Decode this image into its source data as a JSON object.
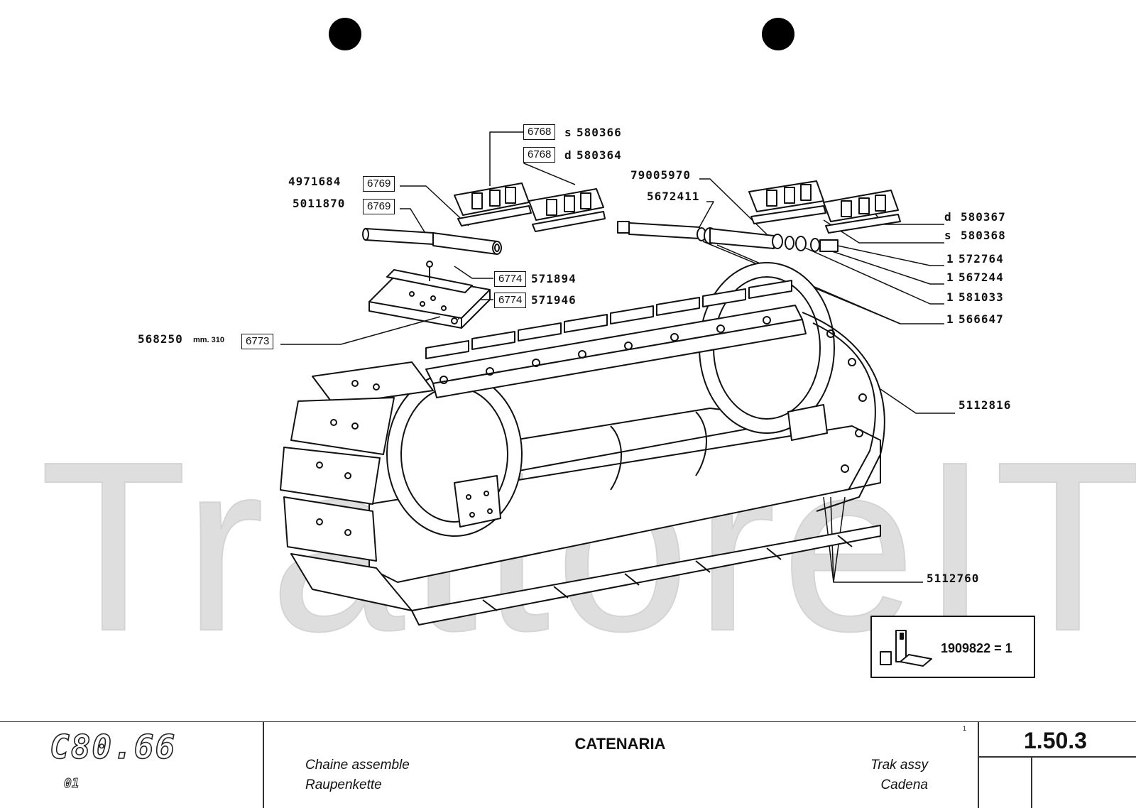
{
  "watermark": "TrattoreIT",
  "labels": {
    "l580366": {
      "box": "6768",
      "side": "s",
      "code": "580366"
    },
    "l580364": {
      "box": "6768",
      "side": "d",
      "code": "580364"
    },
    "l4971684": {
      "code": "4971684",
      "box": "6769"
    },
    "l5011870": {
      "code": "5011870",
      "box": "6769"
    },
    "l79005970": "79005970",
    "l5672411": "5672411",
    "l580367": {
      "side": "d",
      "code": "580367"
    },
    "l580368": {
      "side": "s",
      "code": "580368"
    },
    "l572764": {
      "qty": "1",
      "code": "572764"
    },
    "l567244": {
      "qty": "1",
      "code": "567244"
    },
    "l581033": {
      "qty": "1",
      "code": "581033"
    },
    "l566647": {
      "qty": "1",
      "code": "566647"
    },
    "l571894": {
      "box": "6774",
      "code": "571894"
    },
    "l571946": {
      "box": "6774",
      "code": "571946"
    },
    "l568250": {
      "code": "568250",
      "unit": "mm. 310",
      "box": "6773"
    },
    "l5112816": "5112816",
    "l5112760": "5112760",
    "kit": "1909822 = 1"
  },
  "titleblock": {
    "model": "C80.66",
    "revision": "01",
    "title": "CATENARIA",
    "fr": "Chaine assemble",
    "de": "Raupenkette",
    "en": "Trak assy",
    "es": "Cadena",
    "page_code": "1.50.3",
    "mark": "1"
  }
}
